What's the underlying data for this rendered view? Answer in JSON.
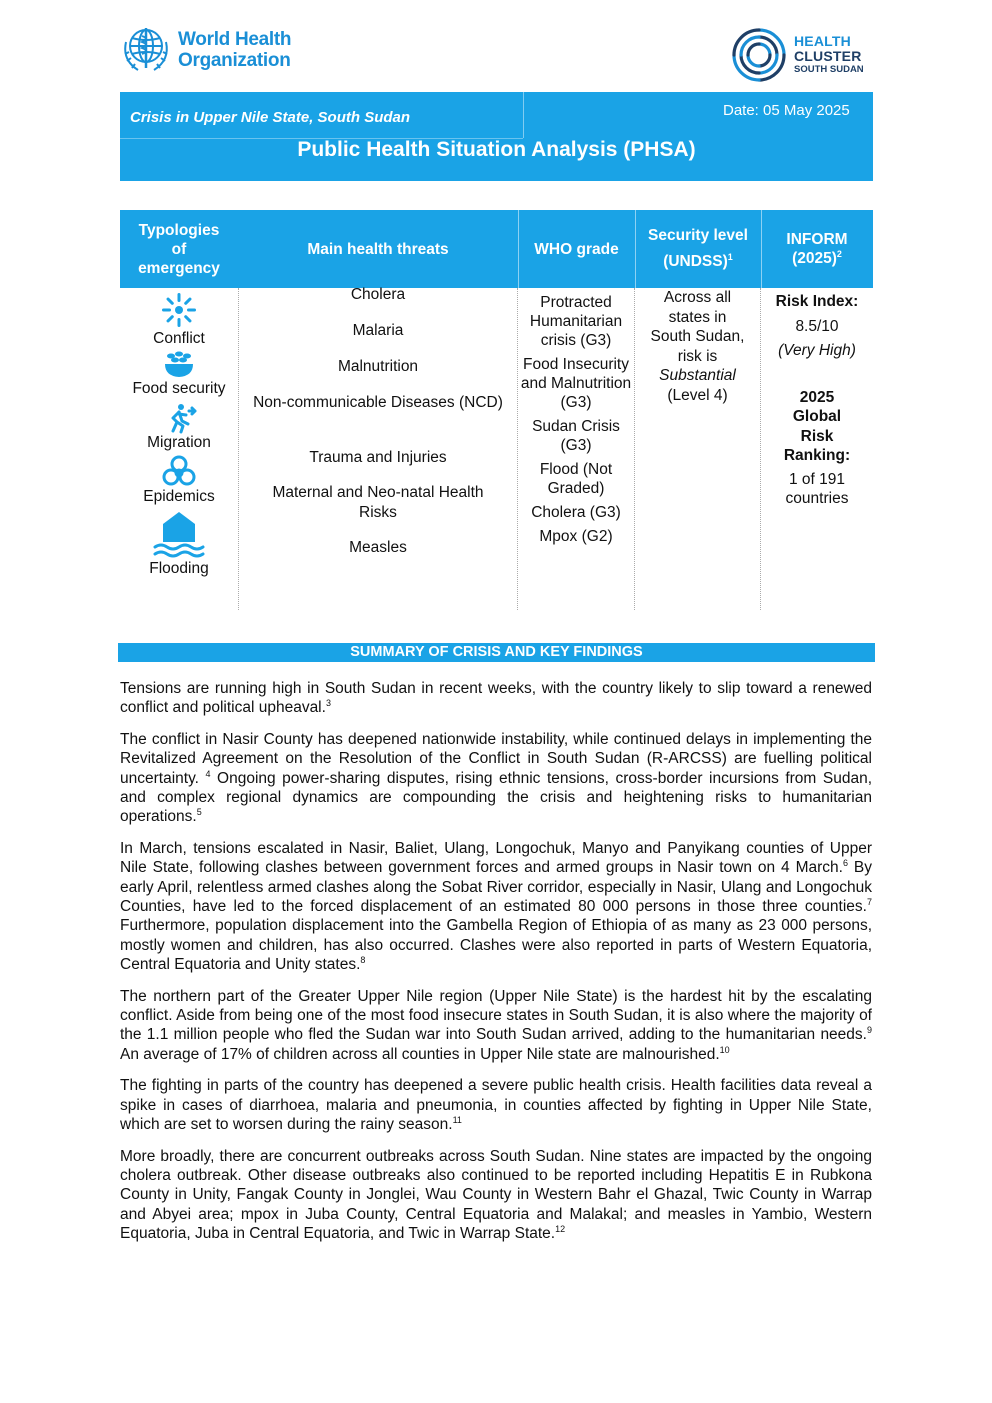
{
  "header": {
    "who_line1": "World Health",
    "who_line2": "Organization",
    "cluster_line1": "HEALTH",
    "cluster_line2": "CLUSTER",
    "cluster_line3": "SOUTH SUDAN"
  },
  "banner": {
    "subtitle": "Crisis in Upper Nile State, South Sudan",
    "date": "Date: 05 May 2025",
    "title": "Public Health Situation Analysis (PHSA)"
  },
  "table": {
    "headers": {
      "typologies_l1": "Typologies",
      "typologies_l2": "of",
      "typologies_l3": "emergency",
      "threats": "Main health threats",
      "who_grade": "WHO grade",
      "security_l1": "Security level",
      "security_l2": "(UNDSS)",
      "security_sup": "1",
      "inform_l1": "INFORM",
      "inform_l2": "(2025)",
      "inform_sup": "2"
    },
    "typologies": [
      {
        "label": "Conflict",
        "icon": "conflict-icon"
      },
      {
        "label": "Food security",
        "icon": "food-security-icon"
      },
      {
        "label": "Migration",
        "icon": "migration-icon"
      },
      {
        "label": "Epidemics",
        "icon": "biohazard-icon"
      },
      {
        "label": "Flooding",
        "icon": "flood-icon"
      }
    ],
    "threats": [
      "Cholera",
      "Malaria",
      "Malnutrition",
      "Non-communicable Diseases (NCD)",
      "Trauma and Injuries",
      "Maternal and Neo-natal Health Risks",
      "Measles"
    ],
    "grades": [
      "Protracted Humanitarian crisis (G3)",
      "Food Insecurity and Malnutrition (G3)",
      "Sudan Crisis (G3)",
      "Flood (Not Graded)",
      "Cholera (G3)",
      "Mpox (G2)"
    ],
    "security": {
      "text": "Across all states in South Sudan, risk is",
      "level": "Substantial",
      "level_num": "(Level 4)"
    },
    "inform": {
      "risk_label": "Risk Index:",
      "risk_value": "8.5/10",
      "risk_desc": "(Very High)",
      "rank_label": "2025 Global Risk Ranking:",
      "rank_value": "1 of 191 countries"
    }
  },
  "summary": {
    "heading": "SUMMARY OF CRISIS AND KEY FINDINGS",
    "paragraphs": [
      {
        "text": "Tensions are running high in South Sudan in recent weeks, with the country likely to slip toward a renewed conflict and political upheaval.",
        "note": "3"
      },
      {
        "text": "The conflict in Nasir County has deepened nationwide instability, while continued delays in implementing the Revitalized Agreement on the Resolution of the Conflict in South Sudan (R-ARCSS) are fuelling political uncertainty.",
        "note": "4",
        "text2": " Ongoing power-sharing disputes, rising ethnic tensions, cross-border incursions from Sudan, and complex regional dynamics are compounding the crisis and heightening risks to humanitarian operations.",
        "note2": "5"
      },
      {
        "text": "In March, tensions escalated in Nasir, Baliet, Ulang, Longochuk, Manyo and Panyikang counties of Upper Nile State, following clashes between government forces and armed groups in Nasir town on 4 March.",
        "note": "6",
        "text2": " By early April, relentless armed clashes along the Sobat River corridor, especially in Nasir, Ulang and Longochuk Counties, have led to the forced displacement of an estimated 80 000 persons in those three counties.",
        "note2": "7",
        "text3": " Furthermore, population displacement into the Gambella Region of Ethiopia of as many as 23 000 persons, mostly women and children, has also occurred. Clashes were also reported in parts of Western Equatoria, Central Equatoria and Unity states.",
        "note3": "8"
      },
      {
        "text": "The northern part of the Greater Upper Nile region (Upper Nile State) is the hardest hit by the escalating conflict. Aside from being one of the most food insecure states in South Sudan, it is also where the majority of the 1.1 million people who fled the Sudan war into South Sudan arrived, adding to the humanitarian needs.",
        "note": "9",
        "text2": " An average of 17% of children across all counties in Upper Nile state are malnourished.",
        "note2": "10"
      },
      {
        "text": "The fighting in parts of the country has deepened a severe public health crisis. Health facilities data reveal a spike in cases of diarrhoea, malaria and pneumonia, in counties affected by fighting in Upper Nile State, which are set to worsen during the rainy season.",
        "note": "11"
      },
      {
        "text": "More broadly, there are concurrent outbreaks across South Sudan. Nine states are impacted by the ongoing cholera outbreak. Other disease outbreaks also continued to be reported including Hepatitis E in Rubkona County in Unity, Fangak County in Jonglei, Wau County in Western Bahr el Ghazal, Twic County in Warrap and Abyei area; mpox in Juba County, Central Equatoria and Malakal; and measles in Yambio, Western Equatoria, Juba in Central Equatoria, and Twic in Warrap State.",
        "note": "12"
      }
    ]
  },
  "colors": {
    "accent": "#1aa3e6",
    "who_blue": "#1a8fd6",
    "cluster_navy": "#1f3f66"
  }
}
